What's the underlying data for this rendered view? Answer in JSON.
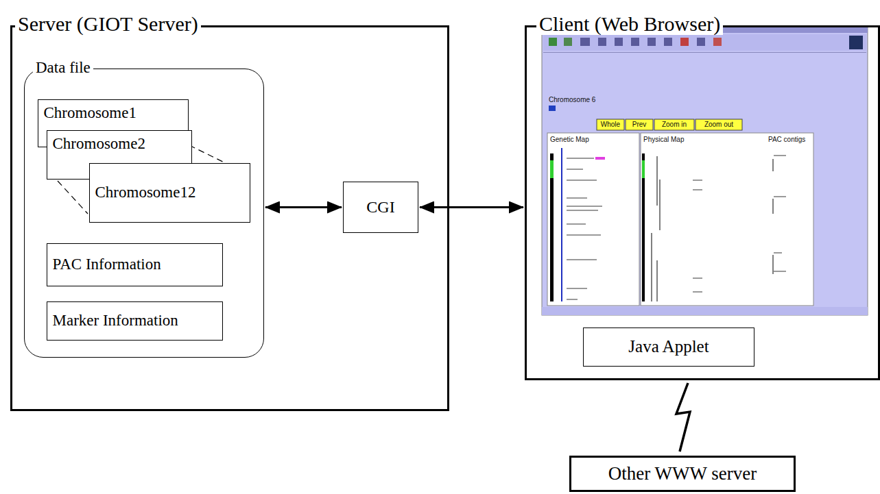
{
  "diagram": {
    "nodes": [
      {
        "text": [
          "Server (GIOT Server)"
        ]
      },
      {
        "text": [
          "Data file"
        ],
        "in": 0
      },
      {
        "text": [
          "Chromosome1"
        ],
        "in": 1
      },
      {
        "text": [
          "Chromosome2"
        ],
        "in": 1
      },
      {
        "text": [
          "Chromosome12"
        ],
        "in": 1
      },
      {
        "text": [
          "PAC Information"
        ],
        "in": 1
      },
      {
        "text": [
          "Marker Information"
        ],
        "in": 1
      },
      {
        "text": [
          "CGI"
        ]
      },
      {
        "text": [
          "Client (Web Browser)"
        ]
      },
      {
        "text": [
          "Java Applet"
        ],
        "in": 8
      },
      {
        "text": [
          "Other WWW server"
        ]
      }
    ],
    "edges": [
      {
        "from": 1,
        "to": 7,
        "arrow": "both"
      },
      {
        "from": 7,
        "to": 8,
        "arrow": "both"
      },
      {
        "from": 8,
        "to": 10,
        "arrow": "none"
      }
    ],
    "labels": [
      "Chromosome 6",
      "Whole",
      "Prev",
      "Zoom in",
      "Zoom out",
      "Genetic Map",
      "Physical Map",
      "PAC contigs"
    ]
  }
}
